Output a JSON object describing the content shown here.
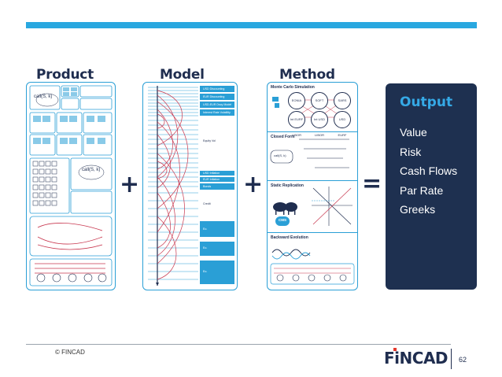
{
  "slide": {
    "columns": {
      "product": "Product",
      "model": "Model",
      "method": "Method"
    },
    "operators": {
      "plus1": "+",
      "plus2": "+",
      "equals": "="
    },
    "output": {
      "title": "Output",
      "items": [
        "Value",
        "Risk",
        "Cash Flows",
        "Par Rate",
        "Greeks"
      ]
    },
    "model_labels": [
      "USD Discounting",
      "EUR Discounting",
      "USD-EUR Dscy Model",
      "Interest Rate Volatility",
      "Equity Vol",
      "USD Inflation",
      "EUR Inflation",
      "Bonds",
      "Credit",
      "Eo.",
      "Eo.",
      "Eo."
    ],
    "method": {
      "monte_carlo": "Monte Carlo Simulation",
      "mc_nodes": [
        "EONIA",
        "SOFT",
        "SARS",
        "Int EURF LIBOR",
        "Int USD LIBOR",
        "USD EURF"
      ],
      "closed_form": "Closed Form",
      "static_replication": "Static Replication",
      "cms": "CMS",
      "backward_evolution": "Backward Evolution",
      "formula_label": "call(S, k)"
    },
    "product_labels": [
      "call(S, k)",
      "call(S, k)"
    ],
    "colors": {
      "accent": "#29a8e0",
      "navy": "#1e3050",
      "output_title": "#35a9e6"
    }
  },
  "footer": {
    "copyright": "© FINCAD",
    "logo_fi": "FiN",
    "logo_cad": "CAD",
    "page": "62"
  }
}
